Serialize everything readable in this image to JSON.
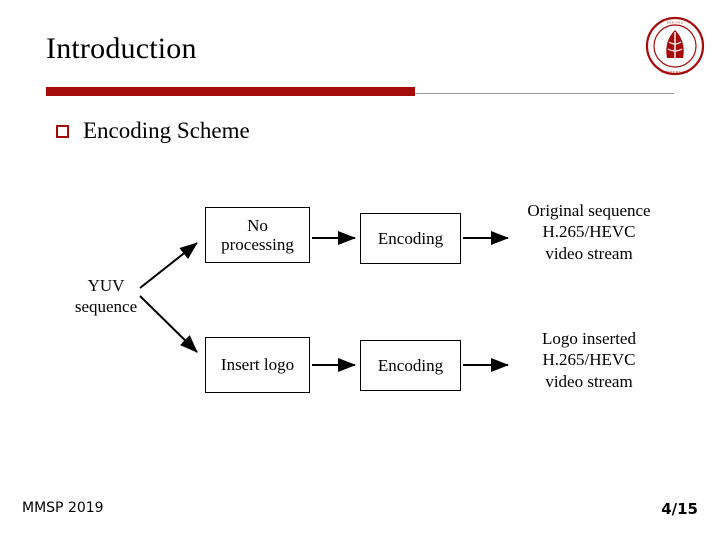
{
  "slide": {
    "title": "Introduction",
    "bullet": {
      "marker": "square-outline-bullet",
      "text": "Encoding Scheme"
    },
    "accent_color": "#A50B0B",
    "rule_color": "#9A9A9A"
  },
  "diagram": {
    "input_label": "YUV\nsequence",
    "nodes": [
      {
        "id": "no-processing",
        "label": "No\nprocessing"
      },
      {
        "id": "insert-logo",
        "label": "Insert logo"
      },
      {
        "id": "encoding-top",
        "label": "Encoding"
      },
      {
        "id": "encoding-bottom",
        "label": "Encoding"
      }
    ],
    "outputs": [
      {
        "id": "original-stream",
        "label": "Original sequence\nH.265/HEVC\nvideo stream"
      },
      {
        "id": "logo-inserted-stream",
        "label": "Logo inserted\nH.265/HEVC\nvideo stream"
      }
    ]
  },
  "footer": {
    "left": "MMSP 2019",
    "right": "4/15"
  },
  "logo": {
    "name": "university-seal-logo",
    "color": "#A50B0B"
  }
}
